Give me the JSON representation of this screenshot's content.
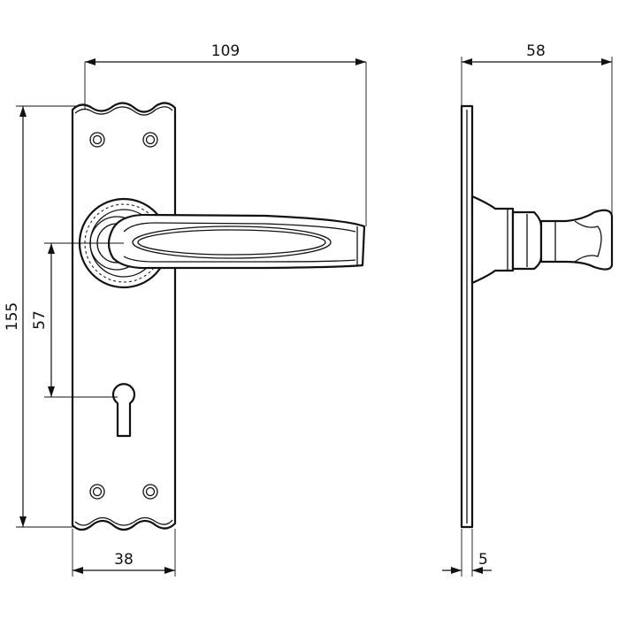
{
  "dimensions": {
    "overall_width": "109",
    "plate_height": "155",
    "hole_spacing": "57",
    "plate_width": "38",
    "projection": "58",
    "plate_thickness": "5"
  }
}
